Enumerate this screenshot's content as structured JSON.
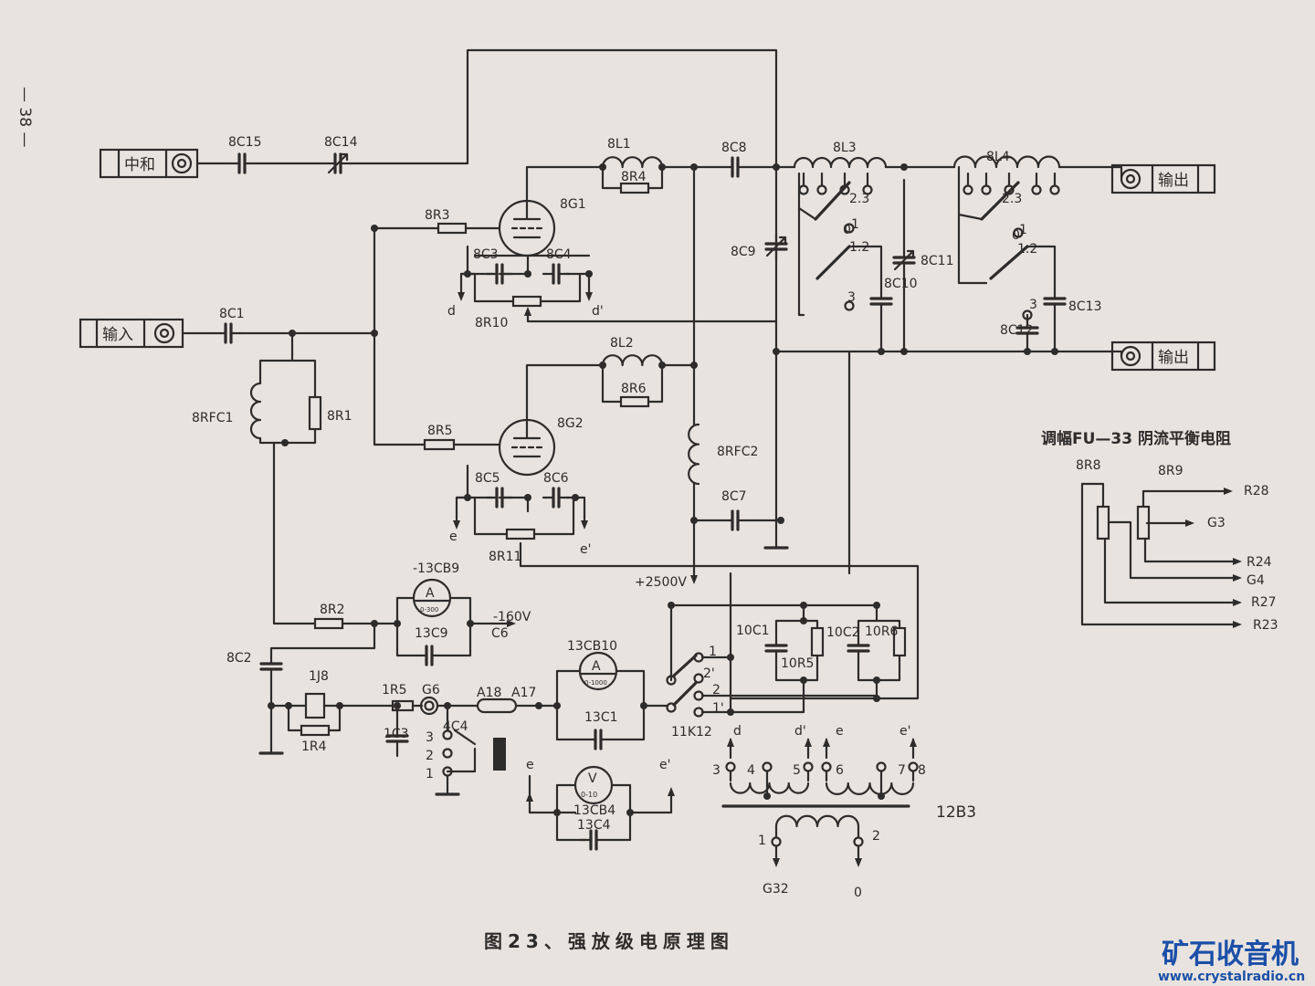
{
  "page_number": "— 38 —",
  "caption": "图23、强放级电原理图",
  "side_title": "调幅FU—33 阴流平衡电阻",
  "transformer_label": "12B3",
  "watermark": {
    "logo": "矿石收音机",
    "url": "www.crystalradio.cn"
  },
  "terminals": {
    "neutral": "中和",
    "input": "输入",
    "output1": "输出",
    "output2": "输出"
  },
  "labels": [
    "8C15",
    "8C14",
    "8L1",
    "8R4",
    "8C8",
    "8L3",
    "8L4",
    "8G1",
    "8R3",
    "8C3",
    "8C4",
    "8R10",
    "d",
    "d'",
    "8C9",
    "8C11",
    "8C10",
    "8C12",
    "8C13",
    "2.3",
    "1.2",
    "0",
    "1",
    "3",
    "2.3",
    "1.2",
    "0",
    "1",
    "3",
    "8C1",
    "8RFC1",
    "8R1",
    "8L2",
    "8R6",
    "8G2",
    "8R5",
    "8RFC2",
    "8C5",
    "8C6",
    "8R11",
    "e",
    "e'",
    "8C7",
    "+2500V",
    "-13CB9",
    "-160V",
    "C6",
    "13C9",
    "8R2",
    "8C2",
    "1J8",
    "1R4",
    "1R5",
    "G6",
    "1C3",
    "4C4",
    "A18",
    "A17",
    "13CB10",
    "13C1",
    "11K12",
    "10C1",
    "10R5",
    "10C2",
    "10R6",
    "1",
    "2'",
    "2",
    "1'",
    "d",
    "d'",
    "e",
    "e'",
    "3",
    "4",
    "5",
    "6",
    "7",
    "8",
    "1",
    "2",
    "G32",
    "0",
    "e",
    "e'",
    "13CB4",
    "13C4",
    "3",
    "2",
    "1"
  ],
  "meters": {
    "m1_unit": "A",
    "m1_range": "0-300",
    "m2_unit": "A",
    "m2_range": "0-1000",
    "m3_unit": "V",
    "m3_range": "0-10"
  },
  "balance": {
    "r1": "8R8",
    "r2": "8R9",
    "outputs": [
      "R28",
      "G3",
      "R24",
      "G4",
      "R27",
      "R23"
    ]
  }
}
